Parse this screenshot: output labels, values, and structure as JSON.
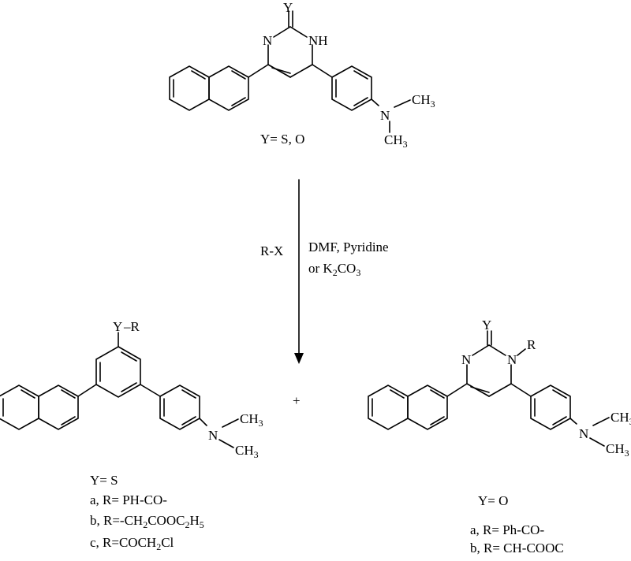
{
  "atoms": {
    "y": "Y",
    "n": "N",
    "nh": "NH",
    "r": "R",
    "me": "CH",
    "three": "3"
  },
  "top": {
    "caption": "Y= S, O"
  },
  "reaction": {
    "reagent_left": "R-X",
    "conditions_line1": "DMF, Pyridine",
    "conditions_line2_a": "or K",
    "conditions_line2_sub1": "2",
    "conditions_line2_b": "CO",
    "conditions_line2_sub2": "3",
    "plus": "+"
  },
  "product_left": {
    "yr_label": "Y",
    "dash_r": "–R",
    "y_condition": "Y= S",
    "item_a": "a, R= PH-CO-",
    "item_b_1": "b, R=-CH",
    "item_b_sub1": "2",
    "item_b_2": "COOC",
    "item_b_sub2": "2",
    "item_b_3": "H",
    "item_b_sub3": "5",
    "item_c_1": "c, R=COCH",
    "item_c_sub": "2",
    "item_c_2": "Cl"
  },
  "product_right": {
    "y_condition": "Y= O",
    "item_a": "a, R= Ph-CO-",
    "item_b": "b, R= CH-COOC"
  }
}
